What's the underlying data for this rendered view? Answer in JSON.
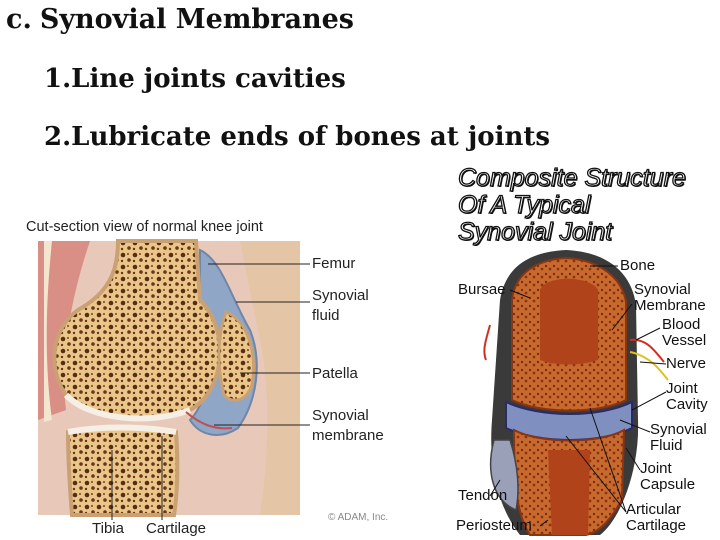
{
  "slide": {
    "heading_marker": "c.",
    "heading": "Synovial Membranes",
    "points": [
      {
        "marker": "1.",
        "text": "Line joints cavities"
      },
      {
        "marker": "2.",
        "text": "Lubricate ends of bones at joints"
      }
    ]
  },
  "left_figure": {
    "caption": "Cut-section view of normal knee joint",
    "labels": {
      "femur": "Femur",
      "synovial_fluid_1": "Synovial",
      "synovial_fluid_2": "fluid",
      "patella": "Patella",
      "synovial_membrane_1": "Synovial",
      "synovial_membrane_2": "membrane",
      "tibia": "Tibia",
      "cartilage": "Cartilage"
    },
    "copyright": "© ADAM, Inc."
  },
  "right_figure": {
    "title_lines": [
      "Composite Structure",
      "Of A Typical",
      "Synovial Joint"
    ],
    "labels": {
      "bone": "Bone",
      "bursae": "Bursae",
      "synovial_membrane_1": "Synovial",
      "synovial_membrane_2": "Membrane",
      "blood_vessel_1": "Blood",
      "blood_vessel_2": "Vessel",
      "nerve": "Nerve",
      "joint_cavity_1": "Joint",
      "joint_cavity_2": "Cavity",
      "synovial_fluid_1": "Synovial",
      "synovial_fluid_2": "Fluid",
      "joint_capsule_1": "Joint",
      "joint_capsule_2": "Capsule",
      "tendon": "Tendon",
      "articular_cartilage_1": "Articular",
      "articular_cartilage_2": "Cartilage",
      "periosteum": "Periosteum"
    }
  }
}
